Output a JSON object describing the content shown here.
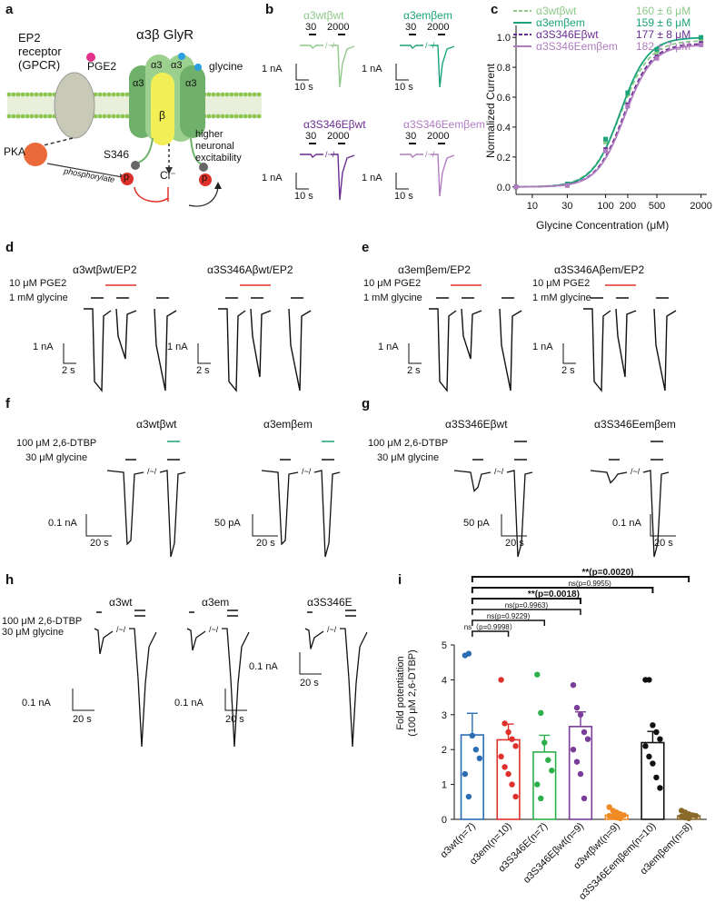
{
  "colors": {
    "wt": "#8fc98a",
    "em": "#1aa37a",
    "s346e_wt": "#6a2c91",
    "s346e_em": "#b07cc0",
    "pge2_bar": "#e0302a",
    "dtbp_bar": "#1aa37a",
    "bar_blue": "#2a6db5",
    "bar_red": "#e0302a",
    "bar_green": "#2bb04a",
    "bar_purple": "#7a3d9a",
    "bar_orange": "#f08a24",
    "bar_black": "#111111",
    "bar_brown": "#8a6a2a"
  },
  "panels": {
    "a": {
      "letter": "a",
      "ep2": "EP2\nreceptor\n(GPCR)",
      "pge2": "PGE2",
      "glyr": "α3β GlyR",
      "glycine": "glycine",
      "s346": "S346",
      "pka": "PKA",
      "phos": "phosphorylate",
      "cl": "Cl⁻",
      "p": "p",
      "excit": "higher\nneuronal\nexcitability",
      "sub_a3": "α3",
      "sub_b": "β"
    },
    "b": {
      "letter": "b",
      "traces": [
        {
          "name": "α3wtβwt",
          "c1": "30",
          "c2": "2000",
          "scale_y": "1 nA",
          "scale_x": "10 s"
        },
        {
          "name": "α3emβem",
          "c1": "30",
          "c2": "2000",
          "scale_y": "1 nA",
          "scale_x": "10 s"
        },
        {
          "name": "α3S346Eβwt",
          "c1": "30",
          "c2": "2000",
          "scale_y": "1 nA",
          "scale_x": "10 s"
        },
        {
          "name": "α3S346Eemβem",
          "c1": "30",
          "c2": "2000",
          "scale_y": "1 nA",
          "scale_x": "10 s"
        }
      ]
    },
    "d": {
      "letter": "d",
      "t1": "α3wtβwt/EP2",
      "t2": "α3S346Aβwt/EP2",
      "pge2": "10 μM PGE2",
      "gly": "1 mM glycine",
      "sy": "1 nA",
      "sx": "2 s"
    },
    "e": {
      "letter": "e",
      "t1": "α3emβem/EP2",
      "t2": "α3S346Aβem/EP2",
      "pge2": "10 μM PGE2",
      "gly": "1 mM glycine",
      "sy": "1 nA",
      "sx": "2 s"
    },
    "f": {
      "letter": "f",
      "t1": "α3wtβwt",
      "t2": "α3emβem",
      "dtbp": "100 μM 2,6-DTBP",
      "gly": "30 μM glycine",
      "sy1": "0.1 nA",
      "sx1": "20 s",
      "sy2": "50 pA",
      "sx2": "20 s"
    },
    "g": {
      "letter": "g",
      "t1": "α3S346Eβwt",
      "t2": "α3S346Eemβem",
      "dtbp": "100 μM 2,6-DTBP",
      "gly": "30 μM glycine",
      "sy1": "50 pA",
      "sx1": "20 s",
      "sy2": "0.1 nA",
      "sx2": "20 s"
    },
    "h": {
      "letter": "h",
      "t1": "α3wt",
      "t2": "α3em",
      "t3": "α3S346E",
      "dtbp": "100 μM 2,6-DTBP",
      "gly": "30 μM glycine",
      "sy": "0.1 nA",
      "sx": "20 s"
    },
    "c": {
      "letter": "c"
    },
    "i": {
      "letter": "i"
    }
  },
  "chart_data": [
    {
      "type": "line",
      "panel": "c",
      "xlabel": "Glycine Concentration (μM)",
      "ylabel": "Normalized Current",
      "xscale": "log",
      "xticks": [
        "10",
        "30",
        "100",
        "200",
        "500",
        "2000"
      ],
      "yticks": [
        "0.0",
        "0.2",
        "0.4",
        "0.6",
        "0.8",
        "1.0"
      ],
      "xlim": [
        6,
        2400
      ],
      "ylim": [
        -0.05,
        1.08
      ],
      "legend_position": "top-right",
      "series": [
        {
          "name": "α3wtβwt",
          "label": "160 ± 6 μM",
          "ec50": 160,
          "hill": 2.2,
          "max": 0.98,
          "style": "dashed",
          "color": "#8fc98a",
          "points": [
            [
              6,
              0.0
            ],
            [
              30,
              0.02
            ],
            [
              100,
              0.3
            ],
            [
              200,
              0.62
            ],
            [
              500,
              0.9
            ],
            [
              2000,
              0.99
            ]
          ]
        },
        {
          "name": "α3emβem",
          "label": "159 ± 6 μM",
          "ec50": 159,
          "hill": 2.3,
          "max": 1.0,
          "style": "solid",
          "color": "#1aa37a",
          "points": [
            [
              6,
              0.0
            ],
            [
              30,
              0.02
            ],
            [
              100,
              0.32
            ],
            [
              200,
              0.63
            ],
            [
              500,
              0.92
            ],
            [
              2000,
              1.0
            ]
          ]
        },
        {
          "name": "α3S346Eβwt",
          "label": "177 ± 8 μM",
          "ec50": 177,
          "hill": 2.3,
          "max": 0.96,
          "style": "dashed",
          "color": "#6a2c91",
          "points": [
            [
              6,
              0.0
            ],
            [
              30,
              0.01
            ],
            [
              100,
              0.25
            ],
            [
              200,
              0.55
            ],
            [
              500,
              0.87
            ],
            [
              2000,
              0.96
            ]
          ]
        },
        {
          "name": "α3S346Eemβem",
          "label": "182 ± 7 μM",
          "ec50": 182,
          "hill": 2.3,
          "max": 0.95,
          "style": "solid",
          "color": "#b07cc0",
          "points": [
            [
              6,
              0.0
            ],
            [
              30,
              0.01
            ],
            [
              100,
              0.24
            ],
            [
              200,
              0.54
            ],
            [
              500,
              0.86
            ],
            [
              2000,
              0.95
            ]
          ]
        }
      ]
    },
    {
      "type": "bar",
      "panel": "i",
      "ylabel": "Fold potentiation\n(100 μM 2,6-DTBP)",
      "ylim": [
        0,
        5
      ],
      "yticks": [
        "0",
        "1",
        "2",
        "3",
        "4",
        "5"
      ],
      "categories": [
        "α3wt(n=7)",
        "α3em(n=10)",
        "α3S346E(n=7)",
        "α3S346Eβwt(n=9)",
        "α3wtβwt(n=9)",
        "α3S346Eemβem(n=10)",
        "α3emβem(n=8)"
      ],
      "values": [
        2.42,
        2.28,
        1.93,
        2.66,
        0.12,
        2.2,
        0.1
      ],
      "errors": [
        0.62,
        0.45,
        0.48,
        0.42,
        0.03,
        0.32,
        0.03
      ],
      "colors": [
        "#2a6db5",
        "#e0302a",
        "#2bb04a",
        "#7a3d9a",
        "#f08a24",
        "#111111",
        "#8a6a2a"
      ],
      "points": [
        [
          4.7,
          4.75,
          2.4,
          2.0,
          1.75,
          1.3,
          0.65
        ],
        [
          4.0,
          2.75,
          2.5,
          2.3,
          2.1,
          1.8,
          1.5,
          1.3,
          1.0,
          0.65
        ],
        [
          4.15,
          3.05,
          2.2,
          1.7,
          1.4,
          1.0,
          0.6
        ],
        [
          3.85,
          3.2,
          3.0,
          2.5,
          2.3,
          2.0,
          1.65,
          1.3,
          0.6
        ],
        [
          0.35,
          0.25,
          0.2,
          0.15,
          0.12,
          0.1,
          0.08,
          0.05,
          0.03
        ],
        [
          4.0,
          4.0,
          2.7,
          2.5,
          2.3,
          2.1,
          1.8,
          1.6,
          1.2,
          0.9
        ],
        [
          0.25,
          0.2,
          0.15,
          0.12,
          0.1,
          0.08,
          0.05,
          0.03
        ]
      ],
      "comparisons": [
        {
          "text": "ns（p=0.9998）"
        },
        {
          "text": "ns(p=0.9229)"
        },
        {
          "text": "ns(p=0.9963)"
        },
        {
          "text": "**(p=0.0018)"
        },
        {
          "text": "ns(p=0.9955)"
        },
        {
          "text": "**(p=0.0020)"
        }
      ]
    }
  ]
}
